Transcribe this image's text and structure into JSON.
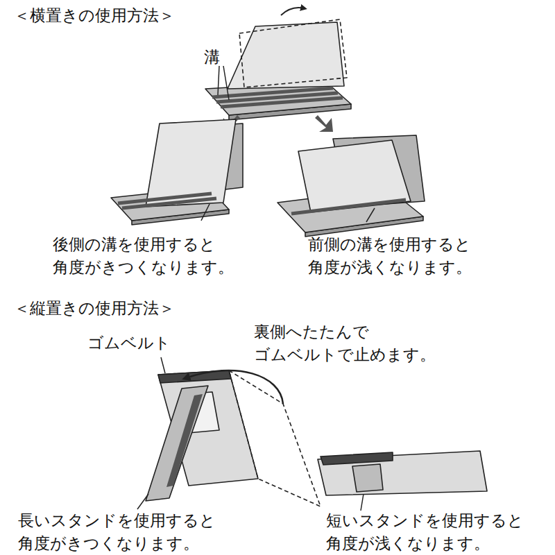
{
  "diagram": {
    "labels": [
      "＜横置きの使用方法＞",
      "溝",
      "後側の溝を使用すると 角度がきつくなります。",
      "前側の溝を使用すると 角度が浅くなります。",
      "＜縦置きの使用方法＞",
      "裏側へたたんで ゴムベルトで止めます。",
      "ゴムベルト",
      "長いスタンドを使用すると 角度がきつくなります。",
      "短いスタンドを使用すると 角度が浅くなります。"
    ]
  }
}
